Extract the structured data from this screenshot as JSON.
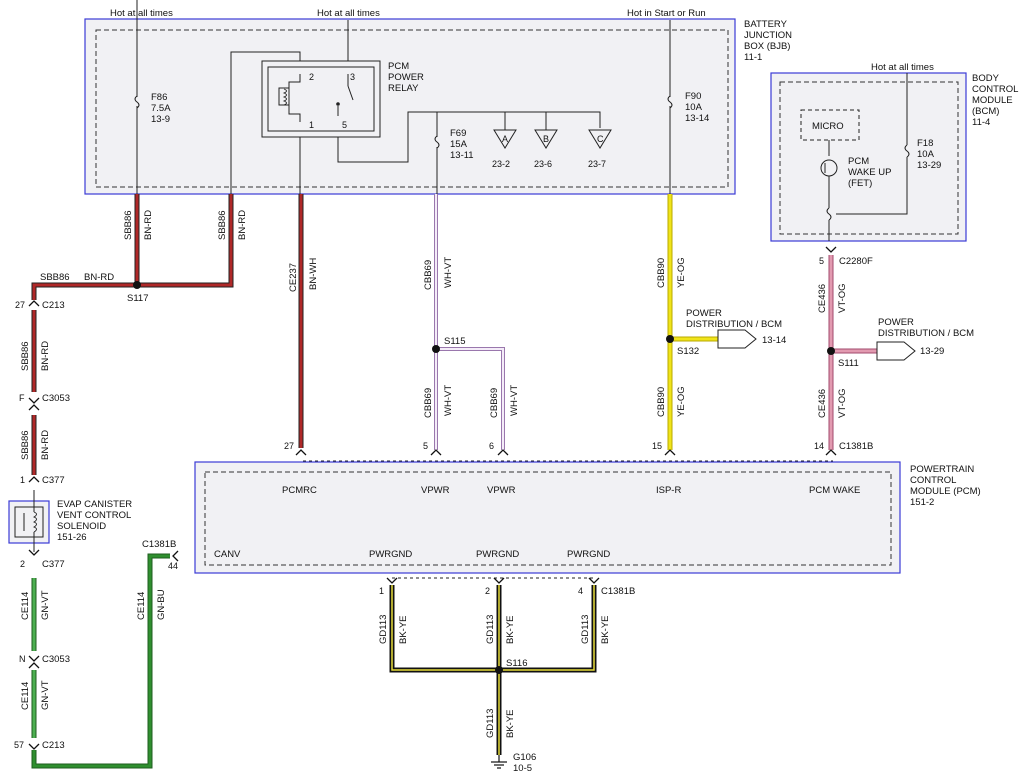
{
  "hot_labels": {
    "f86_supply": "Hot at all times",
    "relay_supply": "Hot at all times",
    "f90_supply": "Hot in Start or Run",
    "bcm_supply": "Hot at all times"
  },
  "modules": {
    "bjb": {
      "name": [
        "BATTERY",
        "JUNCTION",
        "BOX (BJB)",
        "11-1"
      ]
    },
    "bcm": {
      "name": [
        "BODY",
        "CONTROL",
        "MODULE",
        "(BCM)",
        "11-4"
      ],
      "micro": "MICRO",
      "fet": [
        "PCM",
        "WAKE UP",
        "(FET)"
      ]
    },
    "pcm": {
      "name": [
        "POWERTRAIN",
        "CONTROL",
        "MODULE (PCM)",
        "151-2"
      ]
    },
    "relay": {
      "name": [
        "PCM",
        "POWER",
        "RELAY"
      ],
      "pins": [
        "2",
        "3",
        "1",
        "5"
      ]
    },
    "evap": {
      "name": [
        "EVAP CANISTER",
        "VENT CONTROL",
        "SOLENOID",
        "151-26"
      ]
    }
  },
  "fuses": {
    "f86": [
      "F86",
      "7.5A",
      "13-9"
    ],
    "f69": [
      "F69",
      "15A",
      "13-11"
    ],
    "f90": [
      "F90",
      "10A",
      "13-14"
    ],
    "f18": [
      "F18",
      "10A",
      "13-29"
    ]
  },
  "buses": [
    {
      "letter": "A",
      "ref": "23-2"
    },
    {
      "letter": "B",
      "ref": "23-6"
    },
    {
      "letter": "C",
      "ref": "23-7"
    }
  ],
  "circuits": {
    "sbb86_left": [
      "SBB86",
      "BN-RD"
    ],
    "sbb86_right": [
      "SBB86",
      "BN-RD"
    ],
    "sbb86_horiz": [
      "SBB86",
      "BN-RD"
    ],
    "sbb86_a": [
      "SBB86",
      "BN-RD"
    ],
    "sbb86_b": [
      "SBB86",
      "BN-RD"
    ],
    "ce237": [
      "CE237",
      "BN-WH"
    ],
    "cbb69_top": [
      "CBB69",
      "WH-VT"
    ],
    "cbb69_l": [
      "CBB69",
      "WH-VT"
    ],
    "cbb69_r": [
      "CBB69",
      "WH-VT"
    ],
    "cbb90_top": [
      "CBB90",
      "YE-OG"
    ],
    "cbb90_bot": [
      "CBB90",
      "YE-OG"
    ],
    "ce436_top": [
      "CE436",
      "VT-OG"
    ],
    "ce436_bot": [
      "CE436",
      "VT-OG"
    ],
    "ce114_a": [
      "CE114",
      "GN-VT"
    ],
    "ce114_b": [
      "CE114",
      "GN-VT"
    ],
    "ce114_c": [
      "CE114",
      "GN-BU"
    ],
    "gd113_1": [
      "GD113",
      "BK-YE"
    ],
    "gd113_2": [
      "GD113",
      "BK-YE"
    ],
    "gd113_3": [
      "GD113",
      "BK-YE"
    ],
    "gd113_4": [
      "GD113",
      "BK-YE"
    ]
  },
  "splices": {
    "s117": "S117",
    "s115": "S115",
    "s132": "S132",
    "s111": "S111",
    "s116": "S116"
  },
  "connectors": {
    "c213_top": {
      "pin": "27",
      "name": "C213"
    },
    "c3053_top": {
      "pin": "F",
      "name": "C3053"
    },
    "c377_top": {
      "pin": "1",
      "name": "C377"
    },
    "c377_bot": {
      "pin": "2",
      "name": "C377"
    },
    "c3053_bot": {
      "pin": "N",
      "name": "C3053"
    },
    "c213_bot": {
      "pin": "57",
      "name": "C213"
    },
    "c2280f": {
      "pin": "5",
      "name": "C2280F"
    },
    "c1381b_pcm": {
      "pin": "14",
      "name": "C1381B"
    },
    "c1381b_can": {
      "pin": "44",
      "name": "C1381B"
    },
    "c1381b_gnd": {
      "pin": "4",
      "name": "C1381B"
    }
  },
  "pcm_pins": [
    {
      "num": "27",
      "name": "PCMRC"
    },
    {
      "num": "5",
      "name": "VPWR"
    },
    {
      "num": "6",
      "name": "VPWR"
    },
    {
      "num": "15",
      "name": "ISP-R"
    },
    {
      "num": "14",
      "name": "PCM WAKE"
    }
  ],
  "canv": "CANV",
  "pwrgnd": [
    {
      "num": "1",
      "name": "PWRGND"
    },
    {
      "num": "2",
      "name": "PWRGND"
    },
    {
      "num": "4",
      "name": "PWRGND"
    }
  ],
  "power_dist": {
    "s132": {
      "title": [
        "POWER",
        "DISTRIBUTION / BCM"
      ],
      "ref": "13-14"
    },
    "s111": {
      "title": [
        "POWER",
        "DISTRIBUTION / BCM"
      ],
      "ref": "13-29"
    }
  },
  "ground": {
    "name": "G106",
    "ref": "10-5"
  },
  "colors": {
    "bn_rd": "#b02828",
    "bn_wh": "#b02828",
    "wh_vt": "#c9a3d9",
    "ye_og": "#f0e41a",
    "vt_og": "#e29ab0",
    "gn": "#2f8f2f",
    "bk_ye": "#1a1a1a",
    "module_border": "#3b3bd6"
  }
}
